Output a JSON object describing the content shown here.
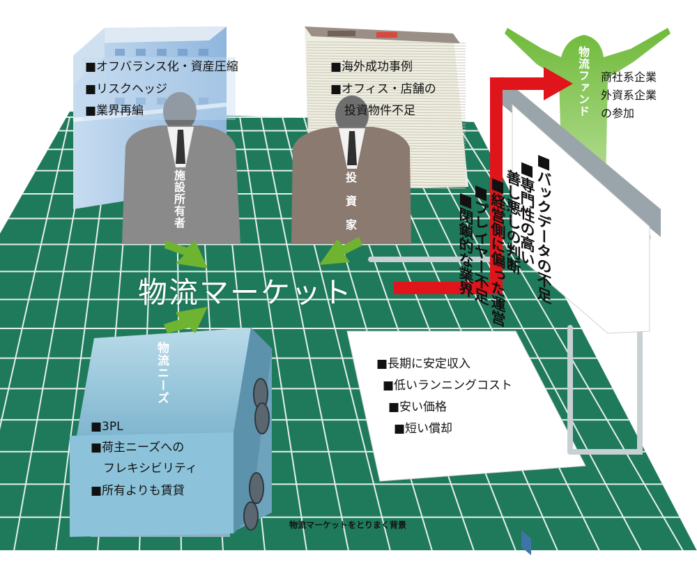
{
  "building_items": [
    "■オフバランス化・資産圧縮",
    "■リスクヘッジ",
    "■業界再編"
  ],
  "stack_items": [
    "■海外成功事例",
    "■オフィス・店舗の",
    "投資物件不足"
  ],
  "owner_label": "施設所有者",
  "investor_label": "投資家",
  "market_label": "物流マーケット",
  "needs_label": "物流ニーズ",
  "truck_items": [
    "■3PL",
    "■荷主ニーズへの",
    "フレキシビリティ",
    "■所有よりも賃貸"
  ],
  "card_items": [
    "■長期に安定収入",
    "■低いランニングコスト",
    "■安い価格",
    "■短い償却"
  ],
  "fund_label": "物流ファンド",
  "fund_participants": [
    "商社系企業",
    "外資系企業",
    "の参加"
  ],
  "hurdle_items": [
    "■バックデータの不足",
    "■専門性の高い",
    "善し悪しの判断",
    "■経営側に偏った運営",
    "■プレイヤー不足",
    "■閉鎖的な業界"
  ],
  "caption": "物流マーケットをとりまく背景",
  "colors": {
    "grid_floor": "#1f7a5c",
    "grid_line": "#e7f1ec",
    "arrow_green": "#6fb431",
    "red_arrow": "#e0141b",
    "truck": "#9ec9dd",
    "building": "#a8c8e6",
    "owner_suit": "#8a8a8a",
    "investor_suit": "#8b7a70",
    "fund_figure": "#7ec24a"
  }
}
